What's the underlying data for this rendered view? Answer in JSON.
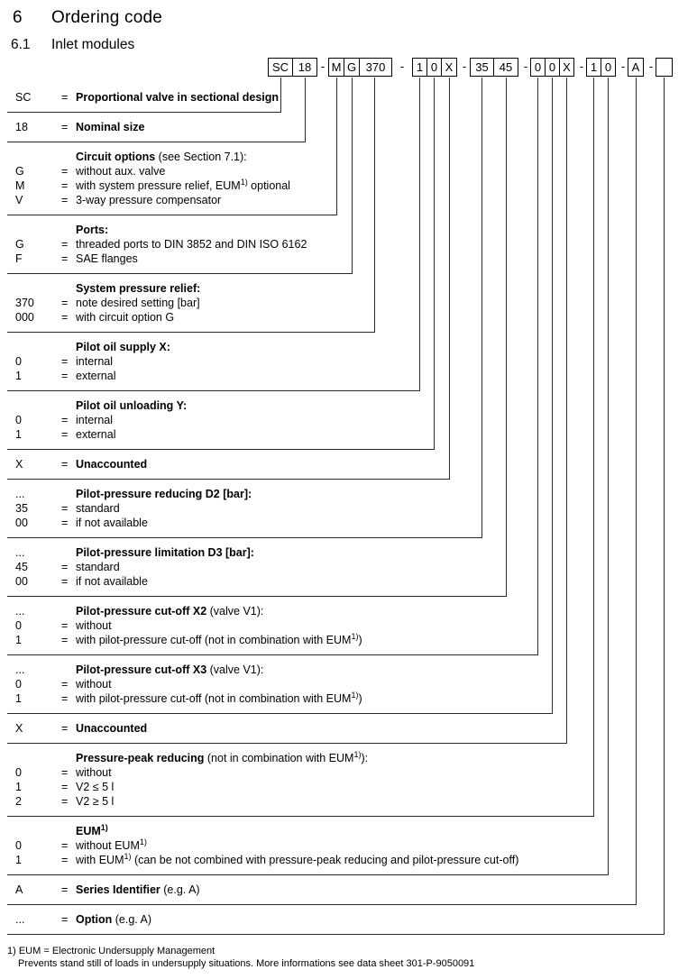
{
  "page": {
    "section_number": "6",
    "section_title": "Ordering code",
    "subsection_number": "6.1",
    "subsection_title": "Inlet modules"
  },
  "code_boxes": [
    "SC",
    "18",
    "-",
    "M",
    "G",
    "370",
    "-",
    "1",
    "0",
    "X",
    "-",
    "35",
    "45",
    "-",
    "0",
    "0",
    "X",
    "-",
    "1",
    "0",
    "-",
    "A",
    "-",
    ""
  ],
  "rows": [
    {
      "entries": [
        {
          "code": "SC",
          "desc": "Proportional valve in sectional design",
          "bold": true
        }
      ]
    },
    {
      "entries": [
        {
          "code": "18",
          "desc": "Nominal size",
          "bold": true
        }
      ]
    },
    {
      "header": {
        "code": "",
        "bold": "Circuit options",
        "rest": " (see Section 7.1):"
      },
      "entries": [
        {
          "code": "G",
          "desc": "without aux. valve"
        },
        {
          "code": "M",
          "desc": "with system pressure relief, EUM^{1)} optional"
        },
        {
          "code": "V",
          "desc": "3-way pressure compensator"
        }
      ]
    },
    {
      "header": {
        "code": "",
        "bold": "Ports:",
        "rest": ""
      },
      "entries": [
        {
          "code": "G",
          "desc": "threaded ports to DIN 3852 and DIN ISO 6162"
        },
        {
          "code": "F",
          "desc": "SAE flanges"
        }
      ]
    },
    {
      "header": {
        "code": "",
        "bold": "System pressure relief:",
        "rest": ""
      },
      "entries": [
        {
          "code": "370",
          "desc": "note desired setting [bar]"
        },
        {
          "code": "000",
          "desc": "with circuit option G"
        }
      ]
    },
    {
      "header": {
        "code": "",
        "bold": "Pilot oil supply X:",
        "rest": ""
      },
      "entries": [
        {
          "code": "0",
          "desc": "internal"
        },
        {
          "code": "1",
          "desc": "external"
        }
      ]
    },
    {
      "header": {
        "code": "",
        "bold": "Pilot oil unloading Y:",
        "rest": ""
      },
      "entries": [
        {
          "code": "0",
          "desc": "internal"
        },
        {
          "code": "1",
          "desc": "external"
        }
      ]
    },
    {
      "entries": [
        {
          "code": "X",
          "desc": "Unaccounted",
          "bold": true
        }
      ]
    },
    {
      "header": {
        "code": "...",
        "bold": "Pilot-pressure reducing D2 [bar]:",
        "rest": ""
      },
      "entries": [
        {
          "code": "35",
          "desc": "standard"
        },
        {
          "code": "00",
          "desc": "if not available"
        }
      ]
    },
    {
      "header": {
        "code": "...",
        "bold": "Pilot-pressure limitation D3 [bar]:",
        "rest": ""
      },
      "entries": [
        {
          "code": "45",
          "desc": "standard"
        },
        {
          "code": "00",
          "desc": "if not available"
        }
      ]
    },
    {
      "header": {
        "code": "...",
        "bold": "Pilot-pressure cut-off X2",
        "rest": " (valve V1):"
      },
      "entries": [
        {
          "code": "0",
          "desc": "without"
        },
        {
          "code": "1",
          "desc": "with pilot-pressure cut-off (not in combination with EUM^{1)})"
        }
      ]
    },
    {
      "header": {
        "code": "...",
        "bold": "Pilot-pressure cut-off X3",
        "rest": " (valve V1):"
      },
      "entries": [
        {
          "code": "0",
          "desc": "without"
        },
        {
          "code": "1",
          "desc": "with pilot-pressure cut-off (not in combination with EUM^{1)})"
        }
      ]
    },
    {
      "entries": [
        {
          "code": "X",
          "desc": "Unaccounted",
          "bold": true
        }
      ]
    },
    {
      "header": {
        "code": "",
        "bold": "Pressure-peak reducing",
        "rest": " (not in combination with EUM^{1)}):"
      },
      "entries": [
        {
          "code": "0",
          "desc": "without"
        },
        {
          "code": "1",
          "desc": "V2 ≤ 5 l"
        },
        {
          "code": "2",
          "desc": "V2 ≥ 5 l"
        }
      ]
    },
    {
      "header": {
        "code": "",
        "bold": "EUM^{1)}",
        "rest": ""
      },
      "entries": [
        {
          "code": "0",
          "desc": "without EUM^{1)}"
        },
        {
          "code": "1",
          "desc": "with EUM^{1)} (can be not combined with pressure-peak reducing and pilot-pressure cut-off)"
        }
      ]
    },
    {
      "entries": [
        {
          "code": "A",
          "desc": "Series Identifier",
          "rest": " (e.g. A)",
          "bold": true
        }
      ]
    },
    {
      "entries": [
        {
          "code": "...",
          "desc": "Option",
          "rest": " (e.g. A)",
          "bold": true
        }
      ]
    }
  ],
  "footnote": {
    "line1": "1) EUM = Electronic Undersupply Management",
    "line2": "Prevents stand still of loads in undersupply situations. More informations see data sheet 301-P-9050091"
  }
}
